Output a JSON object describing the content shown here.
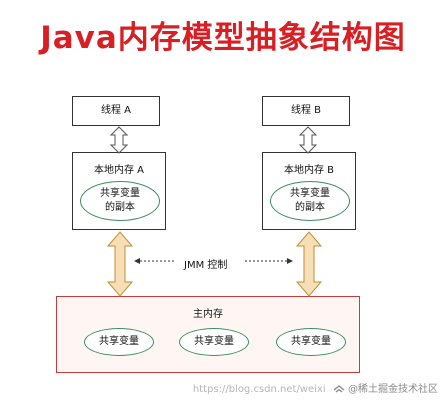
{
  "title": "Java内存模型抽象结构图",
  "thread_a": "线程 A",
  "thread_b": "线程 B",
  "local_a": "本地内存 A",
  "local_b": "本地内存 B",
  "copy_a": "共享变量\n的副本",
  "copy_b": "共享变量\n的副本",
  "jmm": "JMM 控制",
  "main_memory": "主内存",
  "shared_vars": [
    "共享变量",
    "共享变量",
    "共享变量"
  ],
  "watermark": {
    "url": "https://blog.csdn.net/weixi",
    "name": "@稀土掘金技术社区"
  },
  "colors": {
    "title": "#d81f24",
    "arrow_fill": "#f6dfb6",
    "oval_border": "#3a8f63",
    "main_border": "#c63c3c"
  }
}
